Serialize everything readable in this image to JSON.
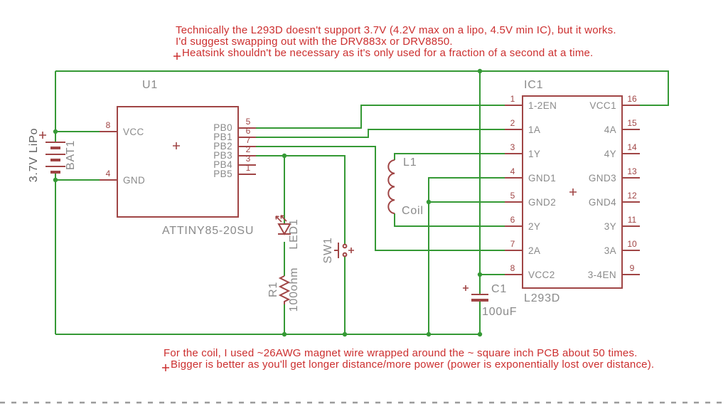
{
  "colors": {
    "background": "#ffffff",
    "wire_green": "#359935",
    "component_red": "#a04545",
    "label_gray": "#8a8a8a",
    "value_dark_gray": "#5f5f5f",
    "annotation_red": "#cc2f2f"
  },
  "annotations": {
    "top_lines": [
      "Technically the L293D doesn't support 3.7V (4.2V max on a lipo, 4.5V min IC), but it works.",
      "I'd suggest swapping out with the DRV883x or DRV8850.",
      "Heatsink shouldn't be necessary as it's only used for a fraction of a second at a time."
    ],
    "bottom_lines": [
      "For the coil, I used ~26AWG magnet wire wrapped around the ~ square inch PCB about 50 times.",
      "Bigger is better as you'll get longer distance/more power (power is exponentially lost over distance)."
    ]
  },
  "components": {
    "battery": {
      "ref": "BAT1",
      "value": "3.7V LiPo"
    },
    "u1": {
      "ref": "U1",
      "value": "ATTINY85-20SU",
      "left_pins": [
        {
          "name": "VCC",
          "number": "8"
        },
        {
          "name": "GND",
          "number": "4"
        }
      ],
      "right_pins": [
        {
          "name": "PB0",
          "number": "5"
        },
        {
          "name": "PB1",
          "number": "6"
        },
        {
          "name": "PB2",
          "number": "7"
        },
        {
          "name": "PB3",
          "number": "2"
        },
        {
          "name": "PB4",
          "number": "3"
        },
        {
          "name": "PB5",
          "number": "1"
        }
      ]
    },
    "ic1": {
      "ref": "IC1",
      "value": "L293D",
      "left_pins": [
        {
          "name": "1-2EN",
          "number": "1"
        },
        {
          "name": "1A",
          "number": "2"
        },
        {
          "name": "1Y",
          "number": "3"
        },
        {
          "name": "GND1",
          "number": "4"
        },
        {
          "name": "GND2",
          "number": "5"
        },
        {
          "name": "2Y",
          "number": "6"
        },
        {
          "name": "2A",
          "number": "7"
        },
        {
          "name": "VCC2",
          "number": "8"
        }
      ],
      "right_pins": [
        {
          "name": "VCC1",
          "number": "16"
        },
        {
          "name": "4A",
          "number": "15"
        },
        {
          "name": "4Y",
          "number": "14"
        },
        {
          "name": "GND3",
          "number": "13"
        },
        {
          "name": "GND4",
          "number": "12"
        },
        {
          "name": "3Y",
          "number": "11"
        },
        {
          "name": "3A",
          "number": "10"
        },
        {
          "name": "3-4EN",
          "number": "9"
        }
      ]
    },
    "inductor": {
      "ref": "L1",
      "value": "Coil"
    },
    "led": {
      "ref": "LED1"
    },
    "resistor": {
      "ref": "R1",
      "value": "100ohm"
    },
    "switch": {
      "ref": "SW1"
    },
    "capacitor": {
      "ref": "C1",
      "value": "100uF"
    }
  }
}
